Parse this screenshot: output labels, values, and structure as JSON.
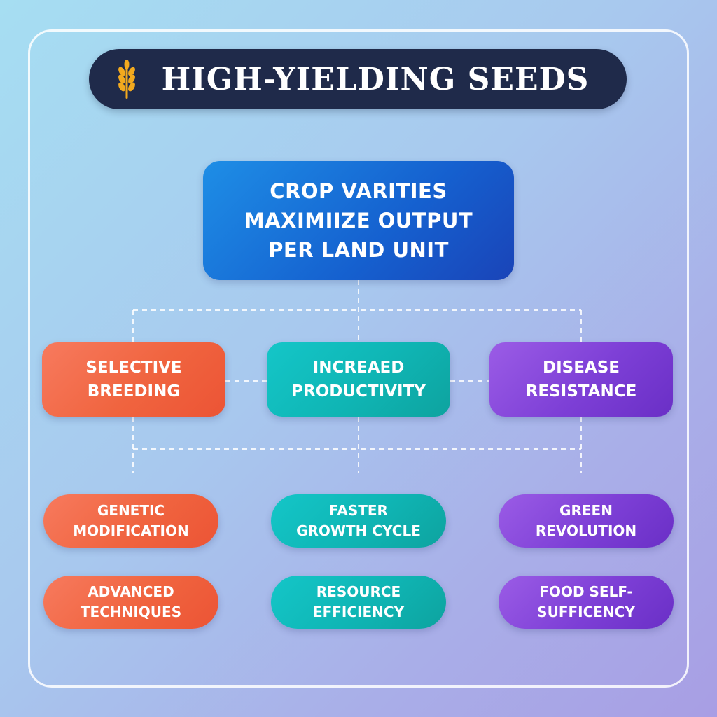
{
  "header": {
    "title": "HIGH-YIELDING SEEDS",
    "icon": "wheat-icon",
    "icon_color": "#f2a91e",
    "background": "#1f2a4a"
  },
  "main_node": {
    "label": "CROP VARITIES\nMAXIMIIZE OUTPUT\nPER LAND UNIT",
    "color": "#1560cf"
  },
  "branches": [
    {
      "label": "SELECTIVE\nBREEDING",
      "color": "#f0643f"
    },
    {
      "label": "INCREAED\nPRODUCTIVITY",
      "color": "#0fb5b4"
    },
    {
      "label": "DISEASE\nRESISTANCE",
      "color": "#7d3fd6"
    }
  ],
  "leaves": [
    {
      "label": "GENETIC\nMODIFICATION"
    },
    {
      "label": "FASTER\nGROWTH CYCLE"
    },
    {
      "label": "GREEN\nREVOLUTION"
    },
    {
      "label": "ADVANCED\nTECHNIQUES"
    },
    {
      "label": "RESOURCE\nEFFICIENCY"
    },
    {
      "label": "FOOD SELF-\nSUFFICENCY"
    }
  ]
}
